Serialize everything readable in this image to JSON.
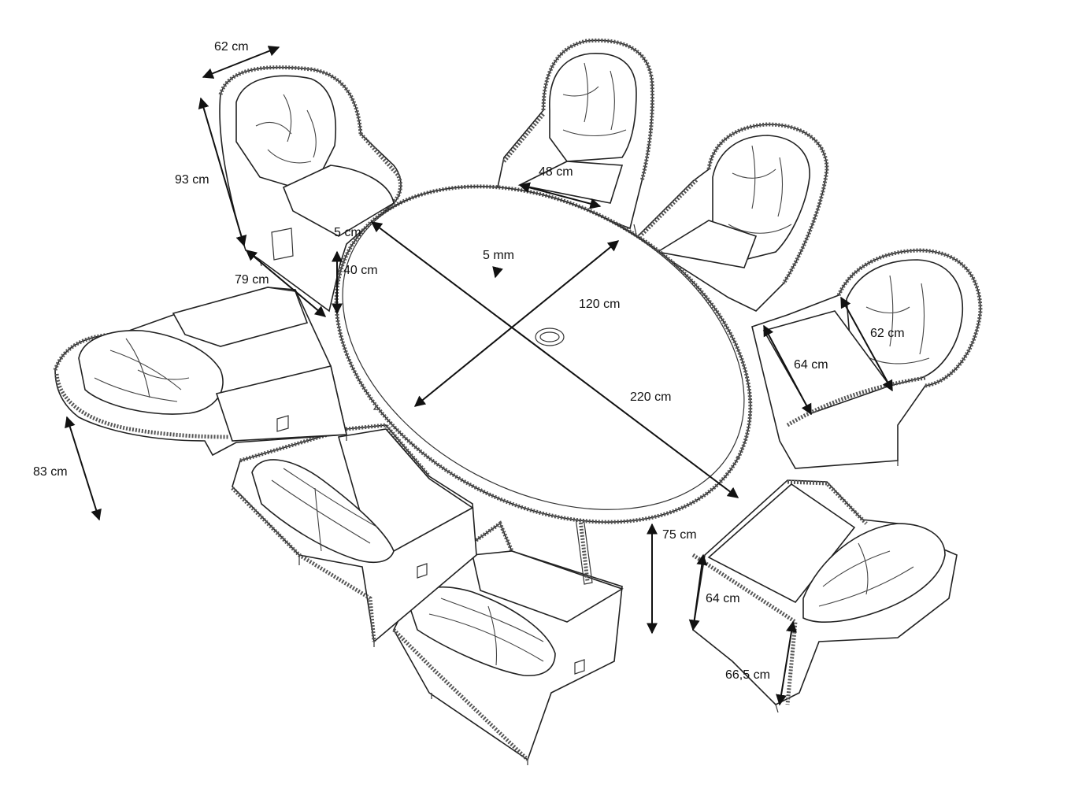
{
  "dimensions": {
    "chair_width": "62 cm",
    "chair_height": "93 cm",
    "chair_depth": "79 cm",
    "armrest_gap": "5 cm",
    "seat_height": "40 cm",
    "seat_width": "48 cm",
    "glass_thickness": "5 mm",
    "table_width": "120 cm",
    "table_length": "220 cm",
    "seat_depth": "62 cm",
    "seat_width_right": "64 cm",
    "recliner_length": "83 cm",
    "table_height": "75 cm",
    "arm_height": "64 cm",
    "arm_depth": "66,5 cm"
  },
  "icons": {
    "dimension_arrow": "double-headed-arrow-icon",
    "parasol_hole": "parasol-hole-icon",
    "recline_lever": "recline-lever-icon"
  },
  "colors": {
    "line": "#222222",
    "background": "#ffffff"
  }
}
